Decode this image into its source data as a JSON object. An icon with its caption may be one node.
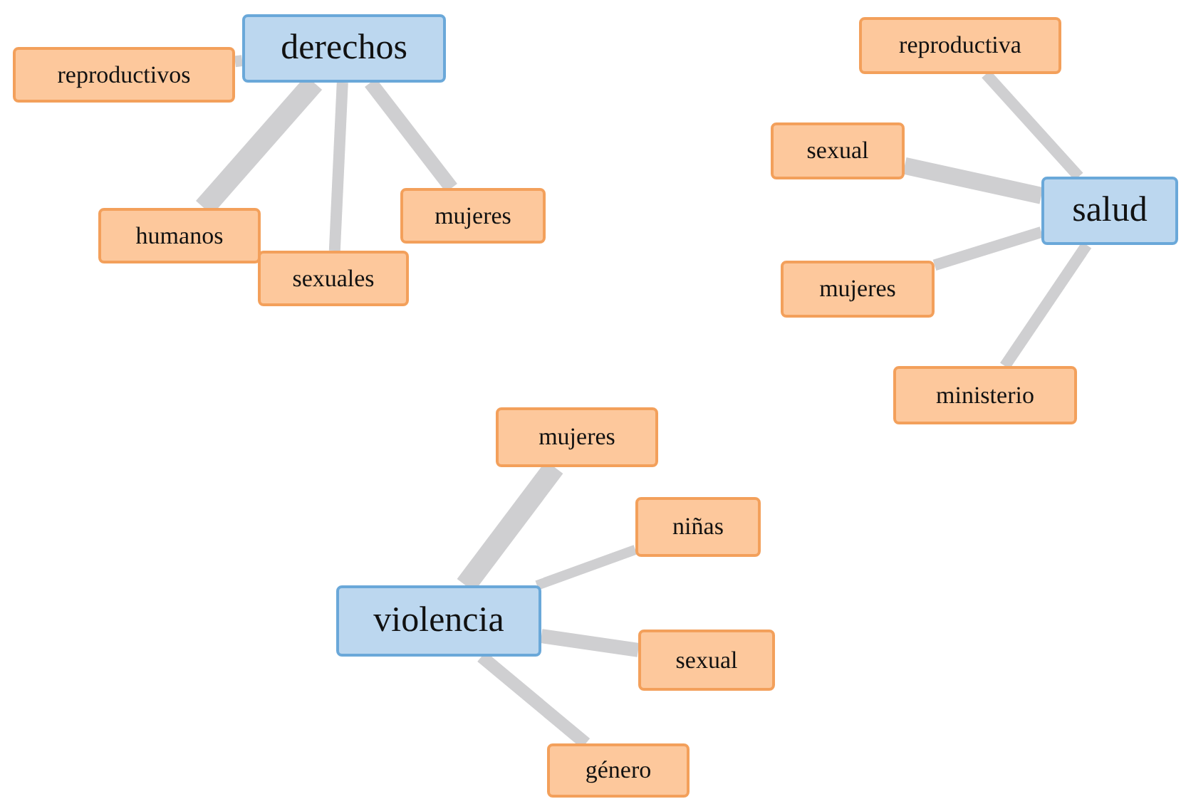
{
  "diagram": {
    "nodes": [
      {
        "text": [
          "derechos"
        ]
      },
      {
        "text": [
          "reproductivos"
        ]
      },
      {
        "text": [
          "humanos"
        ]
      },
      {
        "text": [
          "sexuales"
        ]
      },
      {
        "text": [
          "mujeres"
        ]
      },
      {
        "text": [
          "reproductiva"
        ]
      },
      {
        "text": [
          "sexual"
        ]
      },
      {
        "text": [
          "salud"
        ]
      },
      {
        "text": [
          "mujeres"
        ]
      },
      {
        "text": [
          "ministerio"
        ]
      },
      {
        "text": [
          "violencia"
        ]
      },
      {
        "text": [
          "mujeres"
        ]
      },
      {
        "text": [
          "niñas"
        ]
      },
      {
        "text": [
          "sexual"
        ]
      },
      {
        "text": [
          "género"
        ]
      }
    ],
    "edges": [
      {
        "from": 0,
        "to": 1,
        "arrow": "none"
      },
      {
        "from": 0,
        "to": 2,
        "arrow": "none",
        "style": "thick"
      },
      {
        "from": 0,
        "to": 3,
        "arrow": "none"
      },
      {
        "from": 0,
        "to": 4,
        "arrow": "none"
      },
      {
        "from": 7,
        "to": 5,
        "arrow": "none"
      },
      {
        "from": 7,
        "to": 6,
        "arrow": "none"
      },
      {
        "from": 7,
        "to": 8,
        "arrow": "none"
      },
      {
        "from": 7,
        "to": 9,
        "arrow": "none"
      },
      {
        "from": 10,
        "to": 11,
        "arrow": "none",
        "style": "thick"
      },
      {
        "from": 10,
        "to": 12,
        "arrow": "none"
      },
      {
        "from": 10,
        "to": 13,
        "arrow": "none"
      },
      {
        "from": 10,
        "to": 14,
        "arrow": "none"
      }
    ]
  }
}
